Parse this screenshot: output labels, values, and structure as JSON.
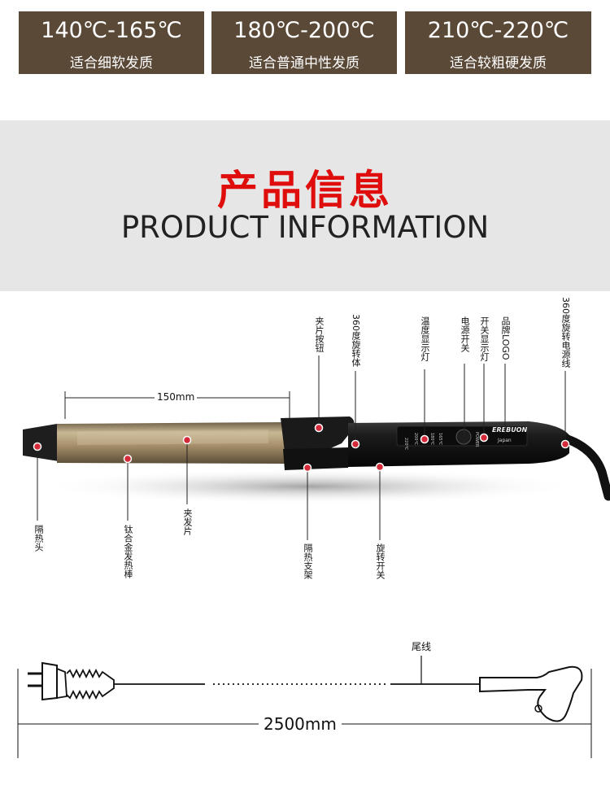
{
  "temperature_modes": [
    {
      "range": "140℃-165℃",
      "desc": "适合细软发质"
    },
    {
      "range": "180℃-200℃",
      "desc": "适合普通中性发质"
    },
    {
      "range": "210℃-220℃",
      "desc": "适合较粗硬发质"
    }
  ],
  "section": {
    "title_cn": "产品信息",
    "title_en": "PRODUCT INFORMATION"
  },
  "product": {
    "barrel_length": "150mm",
    "brand_text": "EREBUON",
    "brand_sub": "Japan",
    "labels": {
      "heat_tip": "隔热头",
      "barrel": "钛合金发热棒",
      "clip": "夹发片",
      "stand": "隔热支架",
      "clip_button": "夹片按钮",
      "rotating_body": "360度旋转体",
      "rotation_switch": "旋转开关",
      "temp_light": "温度显示灯",
      "power_switch": "电源开关",
      "switch_light": "开关显示灯",
      "brand_logo": "品牌LOGO",
      "cord_swivel": "360度旋转电源线"
    }
  },
  "cord": {
    "tail_label": "尾线",
    "length": "2500mm"
  },
  "colors": {
    "box_brown": "#5b4938",
    "title_red": "#e00d0d",
    "banner_gray": "#e6e6e6",
    "barrel_gold": "#a08a6a",
    "handle_black": "#141414",
    "marker_red": "#d42a3a"
  }
}
